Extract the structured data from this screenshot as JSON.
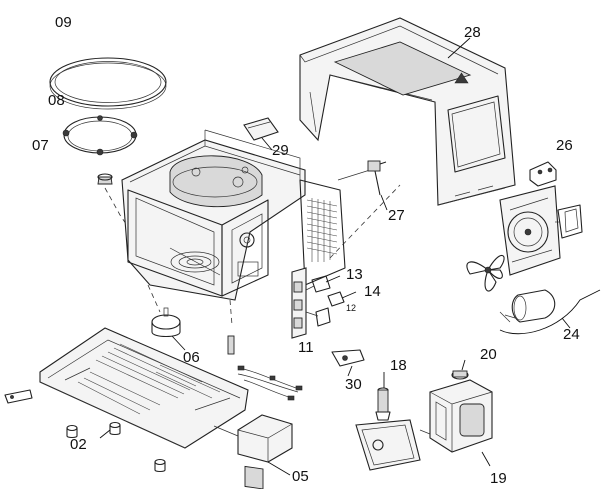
{
  "diagram": {
    "labels": {
      "p02": "02",
      "p05": "05",
      "p06": "06",
      "p07": "07",
      "p08": "08",
      "p09": "09",
      "p11": "11",
      "p12": "12",
      "p13": "13",
      "p14": "14",
      "p18": "18",
      "p19": "19",
      "p20": "20",
      "p24": "24",
      "p26": "26",
      "p27": "27",
      "p28": "28",
      "p29": "29",
      "p30": "30"
    }
  }
}
